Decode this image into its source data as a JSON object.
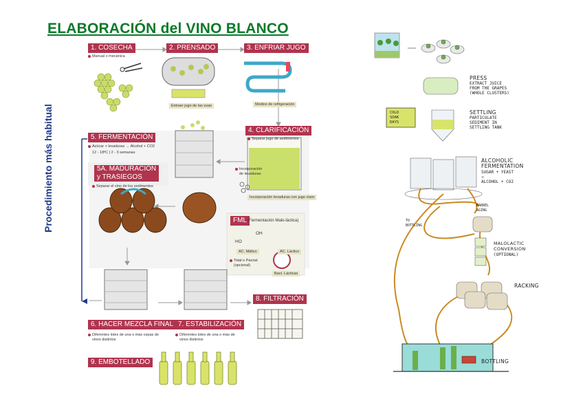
{
  "left": {
    "title": "ELABORACIÓN del  VINO BLANCO",
    "side_label": "Procedimiento más habitual",
    "steps": {
      "cosecha": "1. COSECHA",
      "prensado": "2. PRENSADO",
      "enfriar": "3. ENFRIAR JUGO",
      "clarificacion": "4. CLARIFICACIÓN",
      "fermentacion": "5. FERMENTACIÓN",
      "maduracion_l1": "5A. MADURACIÓN",
      "maduracion_l2": "y TRASIEGOS",
      "mezcla": "6. HACER MEZCLA FINAL",
      "estabilizacion": "7. ESTABILIZACIÓN",
      "filtracion": "8. FILTRACIÓN",
      "embotellado": "9. EMBOTELLADO",
      "fml": "FML"
    },
    "notes": {
      "cosecha": "Manual o mecánica",
      "prensado": "Extraer jugo de las uvas",
      "enfriar": "Medios de refrigeración",
      "clarificacion": "Separar jugo de sedimentos",
      "ferment_l1": "Azúcar + levaduras  →  Alcohol + CO2",
      "ferment_l2": "12 - 18ºC   |   2 - 3 semanas",
      "levaduras_l1": "Incorporación",
      "levaduras_l2": "de levaduras",
      "jugo_claro": "Incorporación levaduras con jugo claro",
      "maduracion": "Separar el vino de los sedimentos",
      "fml_full": "(Fermentación Malo-láctica)",
      "ac_malico": "AC. Málico",
      "ac_lactico": "AC. Láctico",
      "bact_l1": "Total o Parcial",
      "bact_l2": "(opcional)",
      "bacterias": "Bact. Lácticas",
      "mezcla_l1": "Diferentes lotes de una o más cepas de",
      "mezcla_l2": "vinos distintos",
      "estab_l1": "Diferentes lotes de una o más de",
      "estab_l2": "vinos distintos",
      "chem_ho": "HO",
      "chem_oh": "OH"
    }
  },
  "right": {
    "press_l1": "PRESS",
    "press_l2": "EXTRACT JUICE\nFROM THE GRAPES\n(WHOLE CLUSTERS)",
    "settling_l1": "SETTLING",
    "settling_l2": "PARTICULATE\nSEDIMENT IN\nSETTLING TANK",
    "alc_l1": "ALCOHOLIC",
    "alc_l2": "FERMENTATION",
    "alc_l3": "SUGAR + YEAST\n→\nALCOHOL + CO2",
    "malo_l1": "MALOLACTIC",
    "malo_l2": "CONVERSION",
    "malo_l3": "(OPTIONAL)",
    "racking": "RACKING",
    "bottling": "BOTTLING",
    "sign": "COLD\nSOAK\nDAYS",
    "barrel_note": "BARREL\nAGING",
    "to_bottling": "TO\nBOTTLING"
  }
}
